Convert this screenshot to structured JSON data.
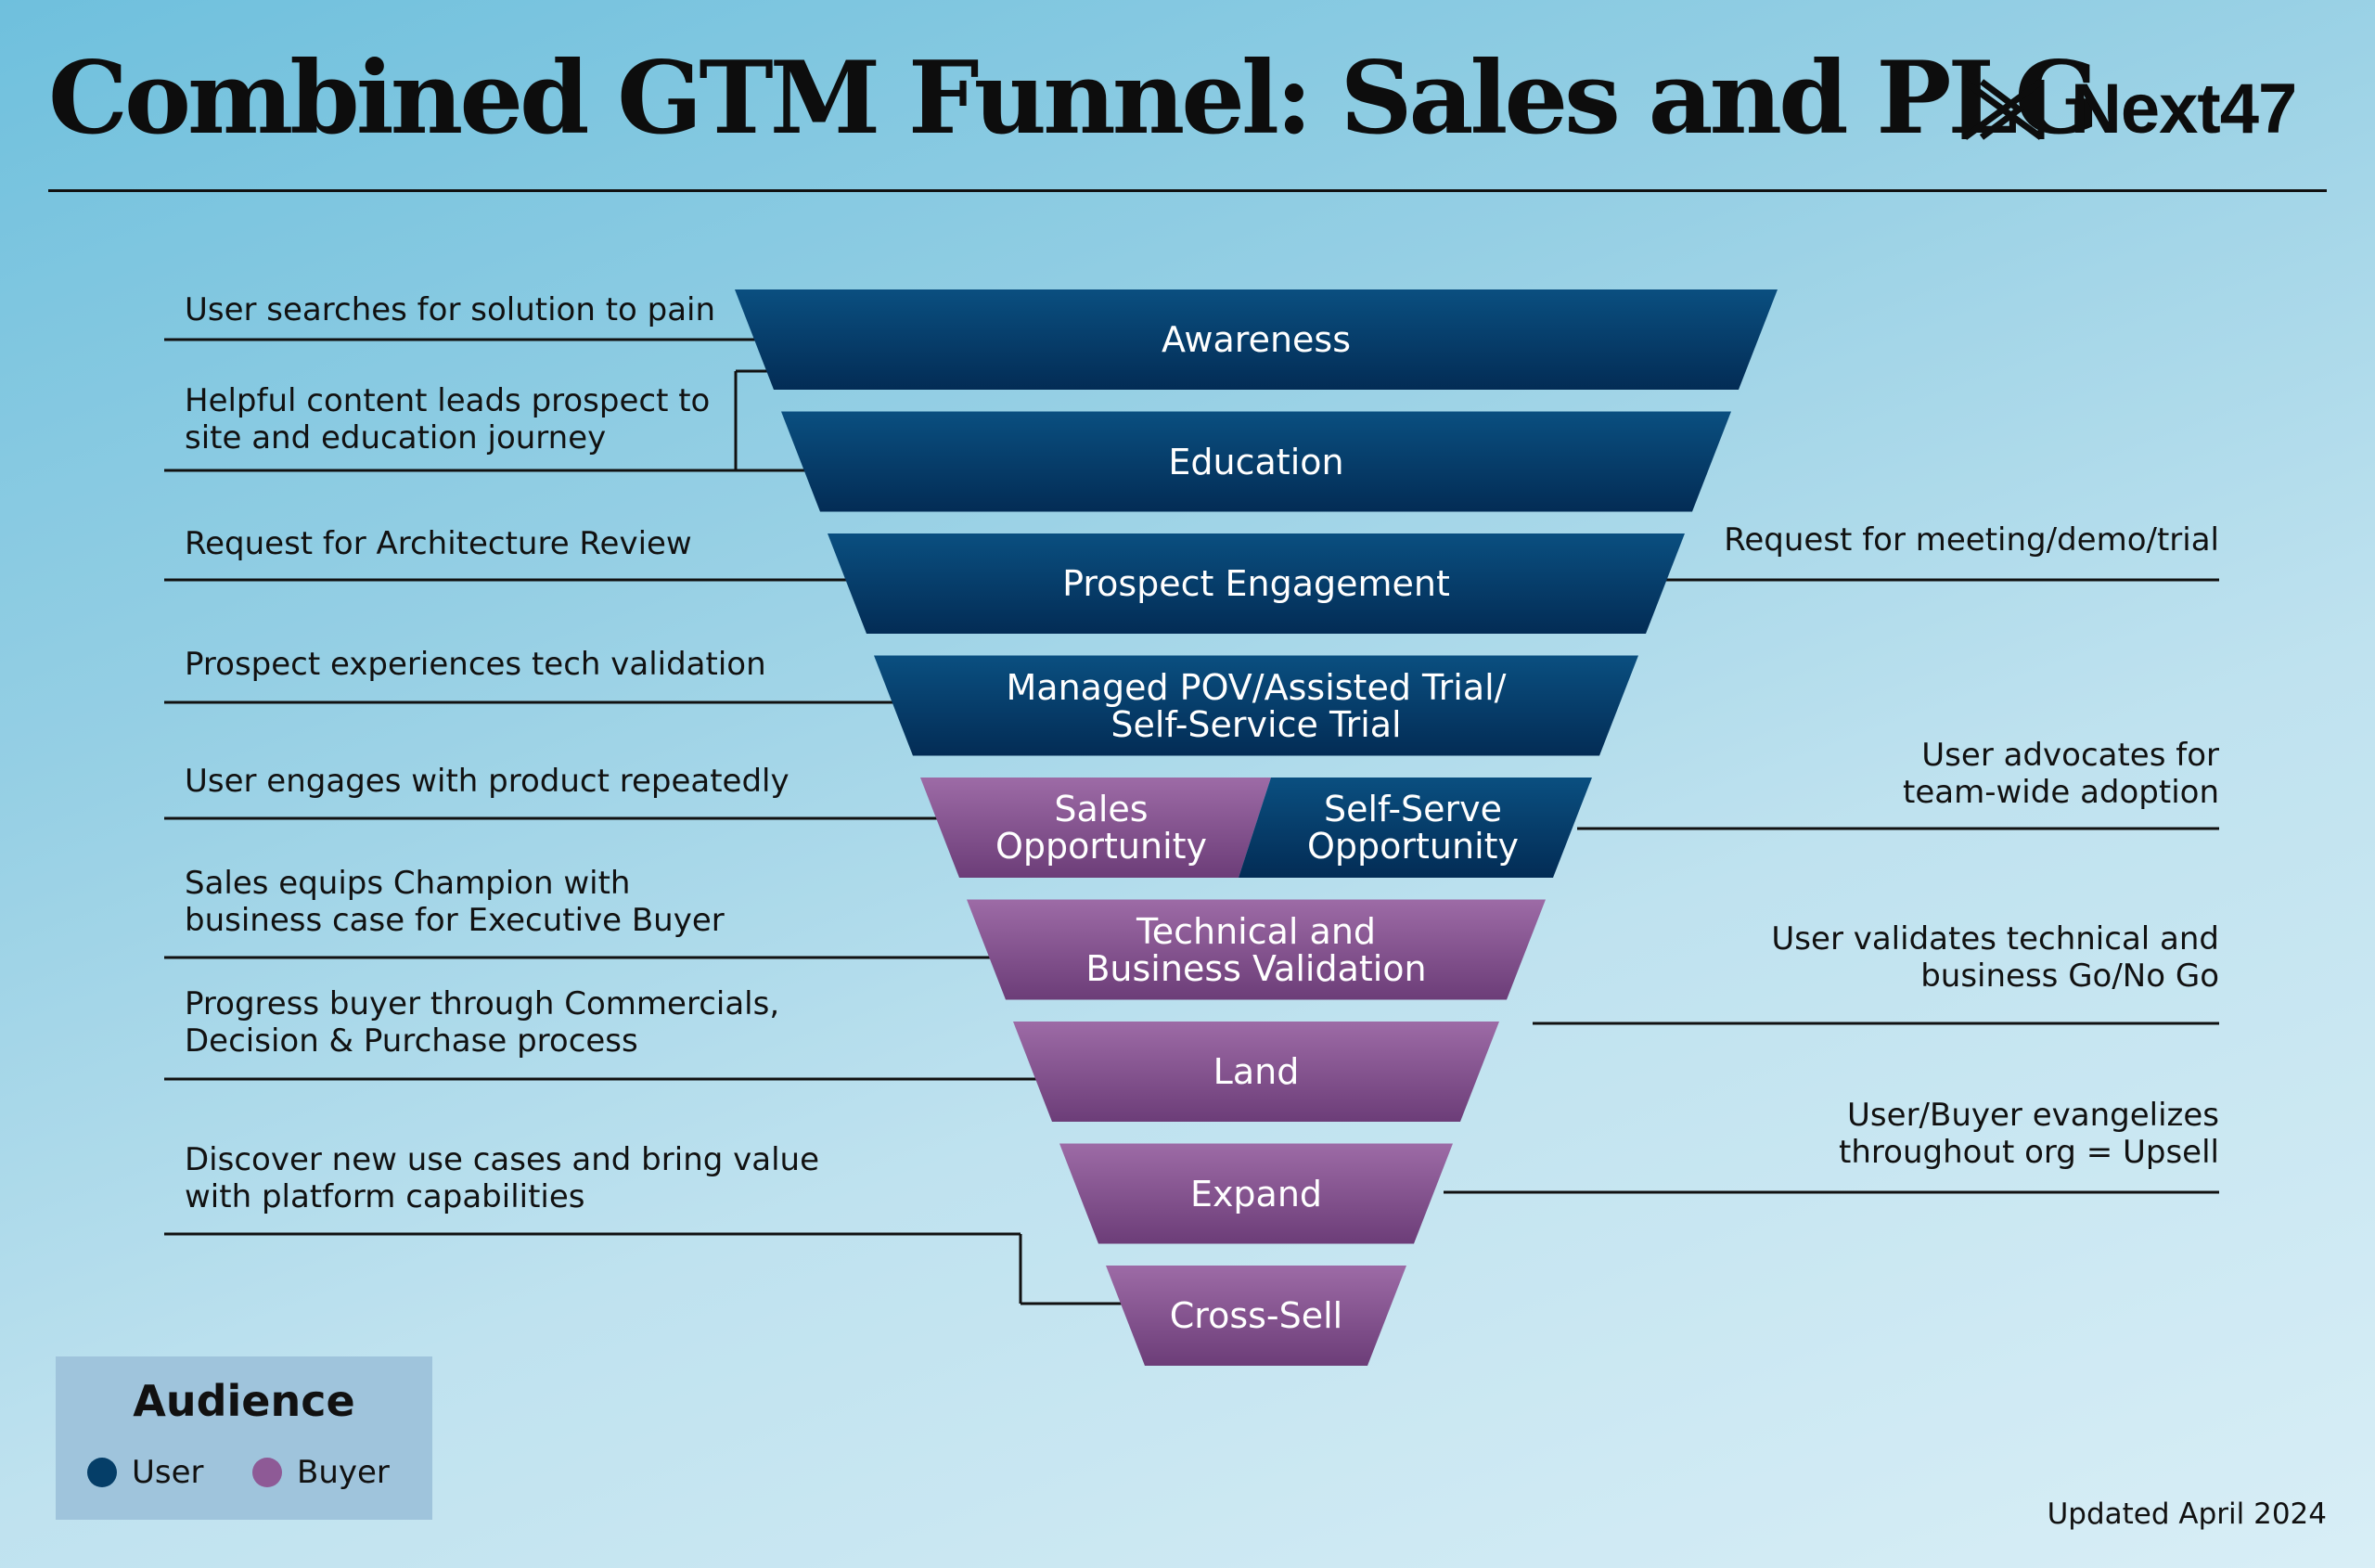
{
  "title": "Combined GTM Funnel: Sales and PLG",
  "brand": {
    "name": "Next47",
    "logo_icon": "next47-logo-icon"
  },
  "colors": {
    "user": "#053e68",
    "buyer": "#8e5a96",
    "line": "#111111"
  },
  "funnel": {
    "stages": [
      {
        "label": "Awareness",
        "audience": "user"
      },
      {
        "label": "Education",
        "audience": "user"
      },
      {
        "label": "Prospect Engagement",
        "audience": "user"
      },
      {
        "label": "Managed POV/Assisted Trial/\nSelf-Service Trial",
        "audience": "user"
      },
      {
        "split": true,
        "left": {
          "label": "Sales\nOpportunity",
          "audience": "buyer"
        },
        "right": {
          "label": "Self-Serve\nOpportunity",
          "audience": "user"
        }
      },
      {
        "label": "Technical and\nBusiness Validation",
        "audience": "buyer"
      },
      {
        "label": "Land",
        "audience": "buyer"
      },
      {
        "label": "Expand",
        "audience": "buyer"
      },
      {
        "label": "Cross-Sell",
        "audience": "buyer"
      }
    ]
  },
  "annotations": {
    "left": [
      "User searches for solution to pain",
      "Helpful content leads prospect to\nsite and education journey",
      "Request for Architecture Review",
      "Prospect experiences tech validation",
      "User engages with product repeatedly",
      "Sales equips Champion with\nbusiness case for Executive Buyer",
      "Progress buyer through Commercials,\nDecision & Purchase process",
      "Discover new use cases and bring value\nwith platform capabilities"
    ],
    "right": [
      "Request for meeting/demo/trial",
      "User advocates for\nteam-wide adoption",
      "User validates technical and\nbusiness Go/No Go",
      "User/Buyer evangelizes\nthroughout org = Upsell"
    ]
  },
  "legend": {
    "title": "Audience",
    "items": [
      {
        "label": "User",
        "audience": "user"
      },
      {
        "label": "Buyer",
        "audience": "buyer"
      }
    ]
  },
  "footer": {
    "updated": "Updated April 2024"
  }
}
